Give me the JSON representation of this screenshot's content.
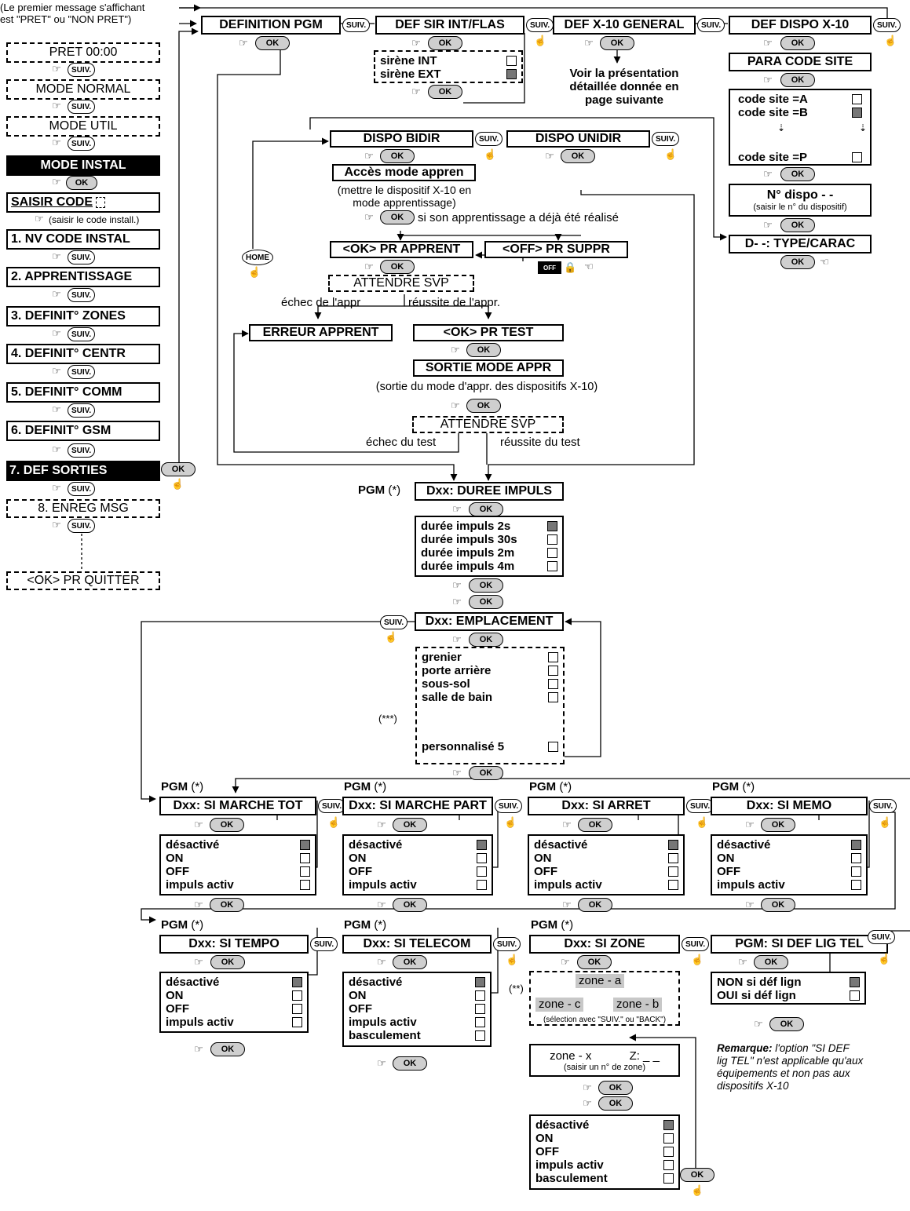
{
  "left": {
    "intro": [
      "(Le premier message s'affichant",
      "est \"PRET\" ou \"NON PRET\")"
    ],
    "pret": "PRET 00:00",
    "mode_normal": "MODE NORMAL",
    "mode_util": "MODE UTIL",
    "mode_instal": "MODE INSTAL",
    "saisir_code": "SAISIR CODE",
    "saisir_hint": "(saisir le code install.)",
    "menu": [
      "1. NV CODE INSTAL",
      "2. APPRENTISSAGE",
      "3. DEFINIT° ZONES",
      "4. DEFINIT° CENTR",
      "5. DEFINIT° COMM",
      "6. DEFINIT° GSM"
    ],
    "def_sorties": "7. DEF SORTIES",
    "enreg_msg": "8. ENREG MSG",
    "quitter": "<OK> PR QUITTER"
  },
  "btn": {
    "ok": "OK",
    "suiv": "SUIV.",
    "home": "HOME",
    "off": "OFF"
  },
  "top": {
    "definition_pgm": "DEFINITION PGM",
    "def_sir": "DEF SIR INT/FLAS",
    "sir_opts": [
      {
        "label": "sirène INT",
        "on": false
      },
      {
        "label": "sirène EXT",
        "on": true
      }
    ],
    "def_x10_general": "DEF X-10 GENERAL",
    "x10_note": [
      "Voir la présentation",
      "détaillée donnée en",
      "page suivante"
    ],
    "def_dispo_x10": "DEF DISPO X-10",
    "para_code_site": "PARA CODE SITE",
    "code_opts": [
      {
        "label": "code site =A",
        "on": false
      },
      {
        "label": "code site =B",
        "on": true
      },
      {
        "label": "code site =P",
        "on": false
      }
    ],
    "n_dispo": "N° dispo   - -",
    "n_dispo_hint": "(saisir le n° du dispositif)",
    "type_carac": "D- -: TYPE/CARAC"
  },
  "mid": {
    "dispo_bidir": "DISPO BIDIR",
    "dispo_unidir": "DISPO UNIDIR",
    "acces": "Accès mode appren",
    "acces_hint": [
      "(mettre le dispositif X-10 en",
      "mode apprentissage)"
    ],
    "deja": "si son apprentissage a déjà été réalisé",
    "ok_apprent": "<OK> PR APPRENT",
    "off_suppr": "<OFF> PR SUPPR",
    "attendre": "ATTENDRE SVP",
    "echec_appr": "échec de l'appr",
    "reussite_appr": "réussite de l'appr.",
    "erreur": "ERREUR APPRENT",
    "ok_test": "<OK> PR TEST",
    "sortie": "SORTIE MODE APPR",
    "sortie_hint": "(sortie du mode d'appr. des dispositifs X-10)",
    "attendre2": "ATTENDRE SVP",
    "echec_test": "échec du test",
    "reussite_test": "réussite du test"
  },
  "duree": {
    "pgm": "PGM",
    "star": "(*)",
    "title": "Dxx: DUREE IMPULS",
    "opts": [
      {
        "label": "durée impuls 2s",
        "on": true
      },
      {
        "label": "durée impuls 30s",
        "on": false
      },
      {
        "label": "durée impuls 2m",
        "on": false
      },
      {
        "label": "durée impuls 4m",
        "on": false
      }
    ]
  },
  "empl": {
    "title": "Dxx: EMPLACEMENT",
    "opts": [
      {
        "label": "grenier",
        "on": false
      },
      {
        "label": "porte arrière",
        "on": false
      },
      {
        "label": "sous-sol",
        "on": false
      },
      {
        "label": "salle de bain",
        "on": false
      }
    ],
    "last": {
      "label": "personnalisé 5",
      "on": false
    },
    "note": "(***)"
  },
  "pgm_label": "PGM",
  "star": "(*)",
  "row1": [
    {
      "title": "Dxx: SI MARCHE TOT",
      "opts": [
        {
          "label": "désactivé",
          "on": true
        },
        {
          "label": "ON",
          "on": false
        },
        {
          "label": "OFF",
          "on": false
        },
        {
          "label": "impuls activ",
          "on": false
        }
      ]
    },
    {
      "title": "Dxx: SI MARCHE PART",
      "opts": [
        {
          "label": "désactivé",
          "on": true
        },
        {
          "label": "ON",
          "on": false
        },
        {
          "label": "OFF",
          "on": false
        },
        {
          "label": "impuls activ",
          "on": false
        }
      ]
    },
    {
      "title": "Dxx: SI ARRET",
      "opts": [
        {
          "label": "désactivé",
          "on": true
        },
        {
          "label": "ON",
          "on": false
        },
        {
          "label": "OFF",
          "on": false
        },
        {
          "label": "impuls activ",
          "on": false
        }
      ]
    },
    {
      "title": "Dxx: SI MEMO",
      "opts": [
        {
          "label": "désactivé",
          "on": true
        },
        {
          "label": "ON",
          "on": false
        },
        {
          "label": "OFF",
          "on": false
        },
        {
          "label": "impuls activ",
          "on": false
        }
      ]
    }
  ],
  "row2": [
    {
      "title": "Dxx: SI TEMPO",
      "opts": [
        {
          "label": "désactivé",
          "on": true
        },
        {
          "label": "ON",
          "on": false
        },
        {
          "label": "OFF",
          "on": false
        },
        {
          "label": "impuls activ",
          "on": false
        }
      ]
    },
    {
      "title": "Dxx: SI TELECOM",
      "opts": [
        {
          "label": "désactivé",
          "on": true
        },
        {
          "label": "ON",
          "on": false
        },
        {
          "label": "OFF",
          "on": false
        },
        {
          "label": "impuls activ",
          "on": false
        },
        {
          "label": "basculement",
          "on": false
        }
      ]
    }
  ],
  "zone": {
    "title": "Dxx: SI ZONE",
    "note": "(**)",
    "a": "zone - a",
    "b": "zone - b",
    "c": "zone - c",
    "sel": "(sélection avec \"SUIV.\" ou \"BACK\")",
    "x": "zone - x",
    "z": "Z: _ _",
    "hint": "(saisir un n° de zone)",
    "opts": [
      {
        "label": "désactivé",
        "on": true
      },
      {
        "label": "ON",
        "on": false
      },
      {
        "label": "OFF",
        "on": false
      },
      {
        "label": "impuls activ",
        "on": false
      },
      {
        "label": "basculement",
        "on": false
      }
    ]
  },
  "lig": {
    "title": "PGM: SI DEF LIG TEL",
    "opts": [
      {
        "label": "NON si déf lign",
        "on": true
      },
      {
        "label": "OUI si déf lign",
        "on": false
      }
    ],
    "remark_head": "Remarque:",
    "remark": [
      "l'option \"SI DEF",
      "lig TEL\" n'est applicable qu'aux",
      "équipements et non pas aux",
      "dispositifs X-10"
    ]
  }
}
